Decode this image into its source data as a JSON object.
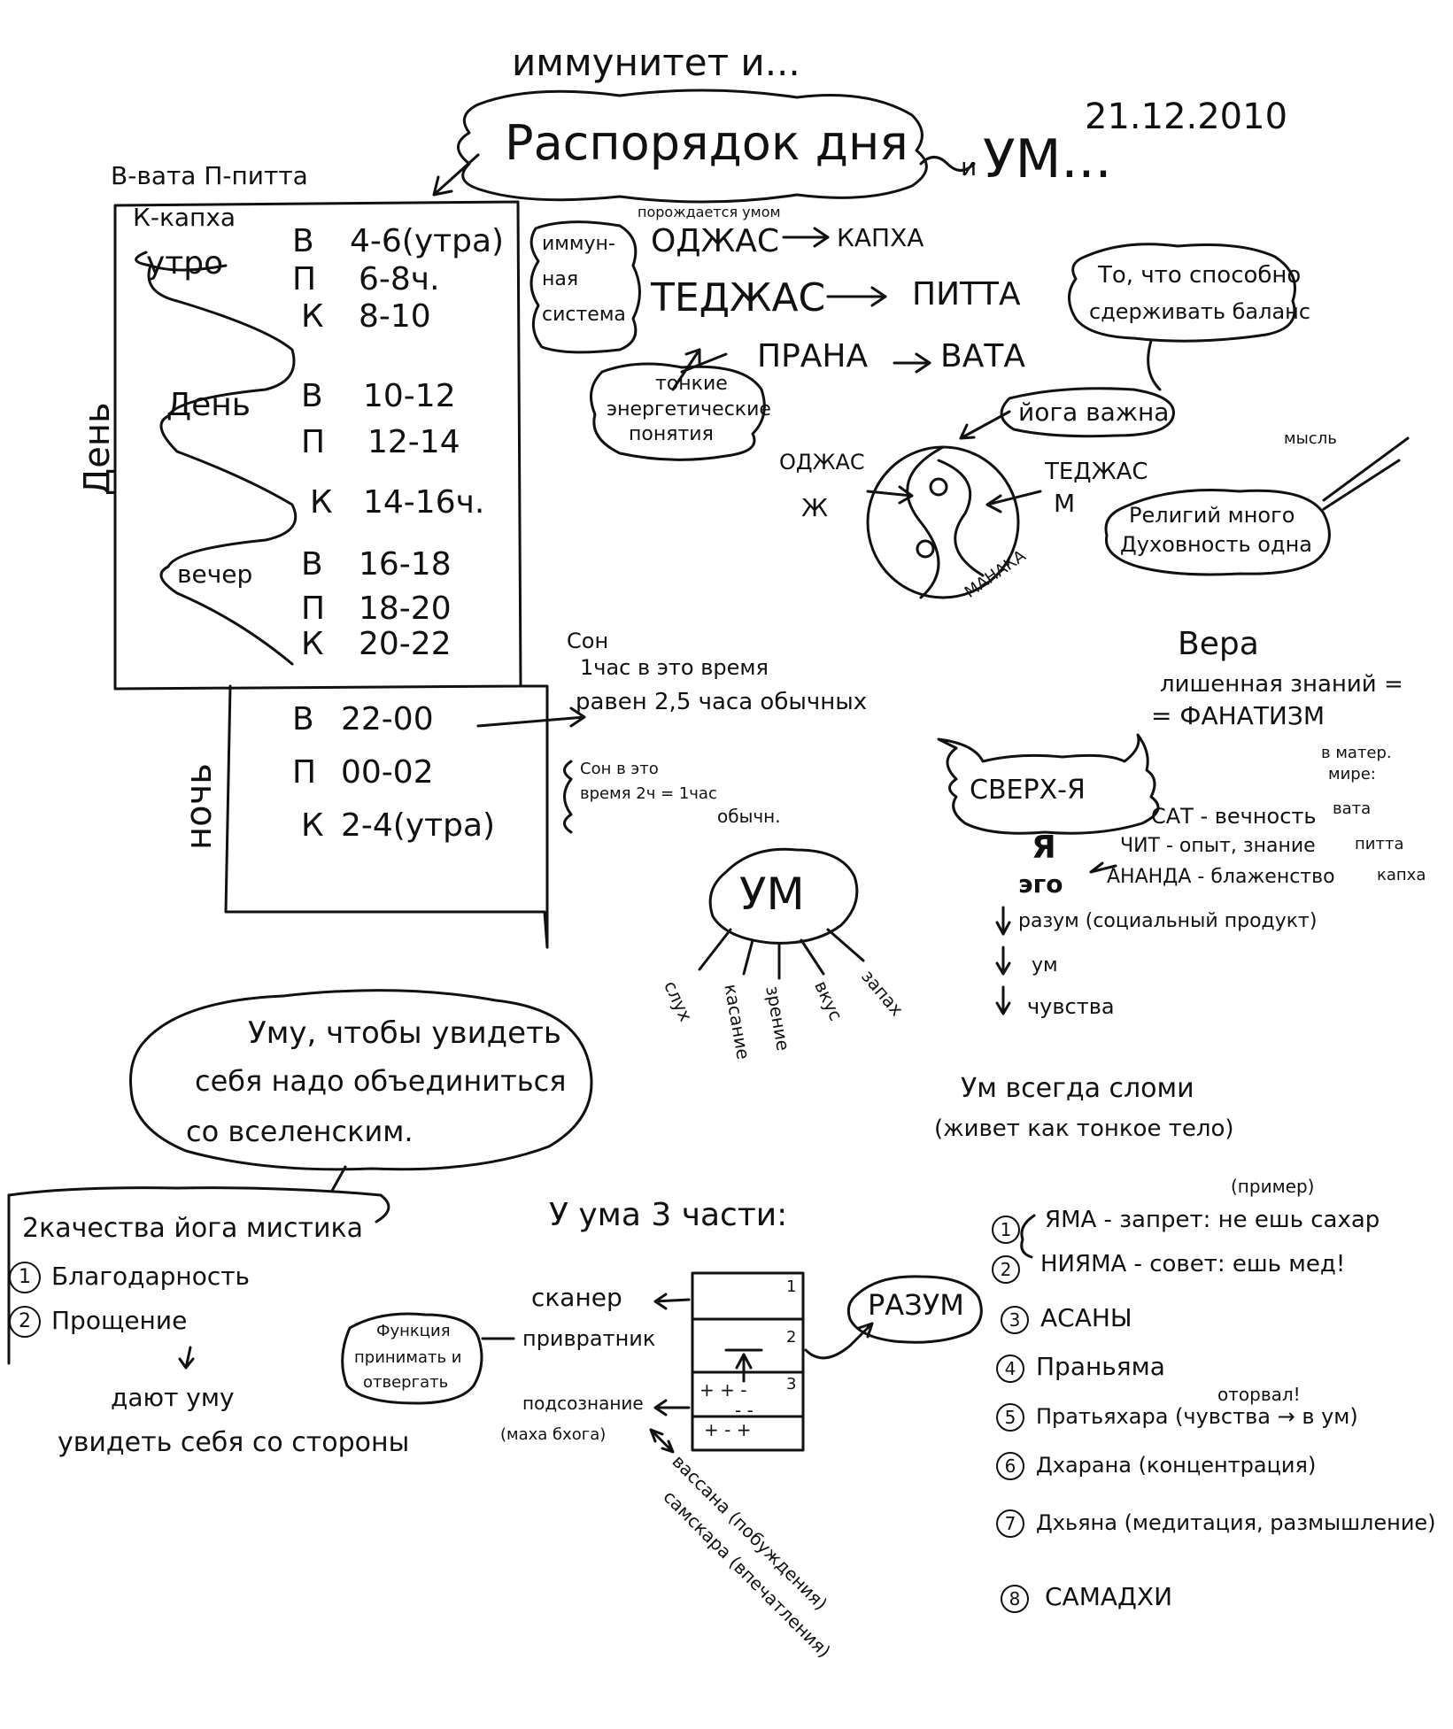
{
  "title": {
    "top": "иммунитет и...",
    "main": "Распорядок дня",
    "and": "и",
    "um": "УМ...",
    "date": "21.12.2010"
  },
  "legend": {
    "vata_pitta": "В-вата П-питта",
    "kapha": "К-капха"
  },
  "schedule": {
    "den_vertical": "День",
    "noch_vertical": "ночь",
    "utro": "утро",
    "den": "День",
    "vecher": "вечер",
    "rows": [
      {
        "d": "В",
        "t": "4-6(утра)"
      },
      {
        "d": "П",
        "t": "6-8ч."
      },
      {
        "d": "К",
        "t": "8-10"
      },
      {
        "d": "В",
        "t": "10-12"
      },
      {
        "d": "П",
        "t": "12-14"
      },
      {
        "d": "К",
        "t": "14-16ч."
      },
      {
        "d": "В",
        "t": "16-18"
      },
      {
        "d": "П",
        "t": "18-20"
      },
      {
        "d": "К",
        "t": "20-22"
      }
    ],
    "night": [
      {
        "d": "В",
        "t": "22-00"
      },
      {
        "d": "П",
        "t": "00-02"
      },
      {
        "d": "К",
        "t": "2-4(утра)"
      }
    ],
    "note1": [
      "Сон",
      "1час в это время",
      "равен 2,5 часа обычных"
    ],
    "note2": [
      "Сон в это",
      "время 2ч = 1час",
      "обычн."
    ]
  },
  "immune": {
    "label": [
      "иммун-",
      "ная",
      "система"
    ],
    "note": "порождается умом",
    "ojas": "ОДЖАС",
    "kapha": "КАПХА",
    "tejas": "ТЕДЖАС",
    "pitta": "ПИТТА",
    "prana": "ПРАНА",
    "vata": "ВАТА",
    "subtle": [
      "тонкие",
      "энергетические",
      "понятия"
    ],
    "balance": [
      "То, что способно",
      "сдерживать баланс"
    ],
    "yoga": "йога важна",
    "ojas2": "ОДЖАС",
    "zh": "Ж",
    "tejas2": "ТЕДЖАС",
    "m": "М",
    "manaka": "МАНАКА",
    "thought": "мысль",
    "religion": [
      "Религий много",
      "Духовность одна"
    ]
  },
  "faith": [
    "Вера",
    "лишенная знаний =",
    "= ФАНАТИЗМ"
  ],
  "ego": {
    "super": "СВЕРХ-Я",
    "material": [
      "в матер.",
      "мире:"
    ],
    "sat": "САТ - вечность",
    "chit": "ЧИТ - опыт, знание",
    "ananda": "АНАНДА - блаженство",
    "vata": "вата",
    "pitta": "питта",
    "kapha": "капха",
    "ya": "Я",
    "ego": "эго",
    "razum": "разум (социальный продукт)",
    "um": "ум",
    "feelings": "чувства"
  },
  "mind_center": {
    "um": "УМ",
    "senses": [
      "слух",
      "касание",
      "зрение",
      "вкус",
      "запах"
    ]
  },
  "mind_note": [
    "Ум всегда сломи",
    "(живет как тонкое тело)"
  ],
  "cloud_mind": [
    "Уму, чтобы увидеть",
    "себя надо объединиться",
    "со вселенским."
  ],
  "qualities": {
    "title": "2качества йога мистика",
    "items": [
      "Благодарность",
      "Прощение"
    ],
    "result": [
      "дают уму",
      "увидеть себя со стороны"
    ]
  },
  "three_parts": {
    "title": "У ума 3 части:",
    "scanner": "сканер",
    "gatekeeper": "привратник",
    "subconscious": "подсознание",
    "function": [
      "Функция",
      "принимать и",
      "отвергать"
    ],
    "razum": "РАЗУМ",
    "maha": "(маха бхога)",
    "vasana": "вассана (побуждения)",
    "samskara": "самскара (впечатления)",
    "nums": [
      "1",
      "2",
      "3"
    ],
    "signs": [
      "+ + -",
      "- -",
      "+ - +"
    ]
  },
  "steps": {
    "example": "(пример)",
    "torn": "оторвал!",
    "items": [
      "ЯМА - запрет: не ешь сахар",
      "НИЯМА - совет: ешь мед!",
      "АСАНЫ",
      "Праньяма",
      "Пратьяхара (чувства → в ум)",
      "Дхарана (концентрация)",
      "Дхьяна (медитация, размышление)",
      "САМАДХИ"
    ],
    "nums": [
      "1",
      "2",
      "3",
      "4",
      "5",
      "6",
      "7",
      "8"
    ]
  }
}
